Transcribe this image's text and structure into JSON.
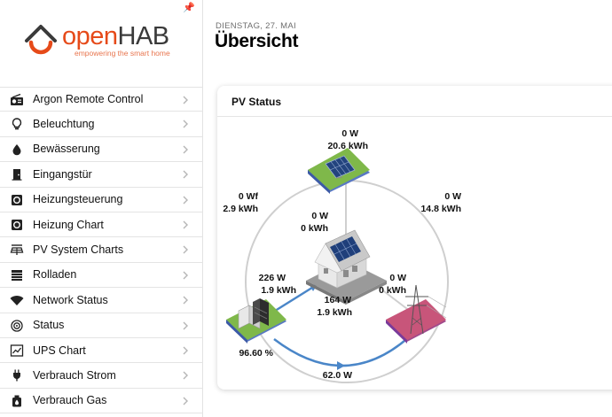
{
  "sidebar": {
    "logo": {
      "word_part1": "open",
      "word_part2": "HAB",
      "tagline": "empowering the smart home"
    },
    "items": [
      {
        "label": "Argon Remote Control",
        "icon": "radio-icon"
      },
      {
        "label": "Beleuchtung",
        "icon": "lightbulb-icon"
      },
      {
        "label": "Bewässerung",
        "icon": "water-drop-icon"
      },
      {
        "label": "Eingangstür",
        "icon": "door-icon"
      },
      {
        "label": "Heizungsteuerung",
        "icon": "heating-icon"
      },
      {
        "label": "Heizung Chart",
        "icon": "heating-icon"
      },
      {
        "label": "PV System Charts",
        "icon": "solar-panel-icon"
      },
      {
        "label": "Rolladen",
        "icon": "blinds-icon"
      },
      {
        "label": "Network Status",
        "icon": "wifi-icon"
      },
      {
        "label": "Status",
        "icon": "status-icon"
      },
      {
        "label": "UPS Chart",
        "icon": "chart-icon"
      },
      {
        "label": "Verbrauch Strom",
        "icon": "plug-icon"
      },
      {
        "label": "Verbrauch Gas",
        "icon": "gas-icon"
      }
    ]
  },
  "header": {
    "date": "DIENSTAG, 27. MAI",
    "title": "Übersicht"
  },
  "card": {
    "title": "PV Status",
    "labels": {
      "solar_power": "0 W",
      "solar_energy": "20.6 kWh",
      "left_power": "0 Wf",
      "left_energy": "2.9 kWh",
      "right_power": "0 W",
      "right_energy": "14.8 kWh",
      "center_power": "0 W",
      "center_energy": "0 kWh",
      "battery_house_power": "226 W",
      "battery_house_energy": "1.9 kWh",
      "grid_house_power": "0 W",
      "grid_house_energy": "0 kWh",
      "house_power": "164 W",
      "house_energy": "1.9 kWh",
      "battery_soc": "96.60 %",
      "bottom_power": "62.0 W"
    }
  },
  "colors": {
    "accent": "#e64a19",
    "flow_blue": "#4a86c8",
    "ring_gray": "#cfcfcf"
  }
}
